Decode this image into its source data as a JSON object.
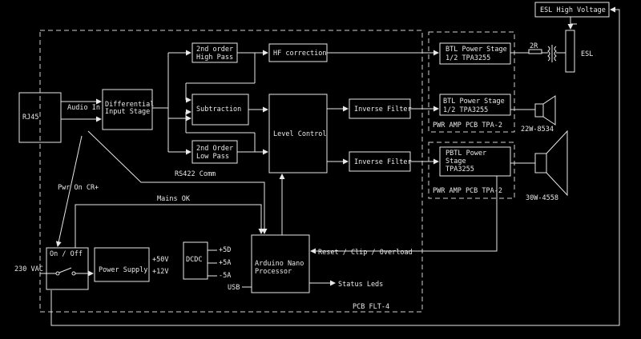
{
  "labels": {
    "esl_high_voltage": "ESL High Voltage",
    "rj45": "RJ45",
    "audio_in": "Audio In",
    "differential_input_stage": [
      "Differential",
      "Input Stage"
    ],
    "high_pass": [
      "2nd order",
      "High Pass"
    ],
    "hf_correction": "HF correction",
    "subtraction": "Subtraction",
    "low_pass": [
      "2nd Order",
      "Low Pass"
    ],
    "level_control": "Level Control",
    "inverse_filter_1": "Inverse Filter",
    "inverse_filter_2": "Inverse Filter",
    "btl_stage_1": [
      "BTL Power Stage",
      "1/2 TPA3255"
    ],
    "btl_stage_2": [
      "BTL Power Stage",
      "1/2 TPA3255"
    ],
    "pbtl_stage": [
      "PBTL Power",
      "Stage",
      "TPA3255"
    ],
    "resistor": "2R",
    "esl": "ESL",
    "speaker_1": "22W-8534",
    "speaker_2": "30W-4558",
    "pwr_amp_pcb_1": "PWR AMP PCB TPA-2",
    "pwr_amp_pcb_2": "PWR AMP PCB TPA-2",
    "rs422": "RS422 Comm",
    "pwr_on": "Pwr On CR+",
    "mains_ok": "Mains OK",
    "on_off": "On / Off",
    "vac": "230  VAC",
    "power_supply": "Power Supply",
    "v50": "+50V",
    "v12": "+12V",
    "dcdc": "DCDC",
    "p5d": "+5D",
    "p5a": "+5A",
    "m5a": "-5A",
    "arduino": [
      "Arduino Nano",
      "Processor"
    ],
    "usb": "USB",
    "reset_clip": "Reset / Clip / Overload",
    "status_leds": "Status Leds",
    "pcb_flt": "PCB FLT-4"
  }
}
